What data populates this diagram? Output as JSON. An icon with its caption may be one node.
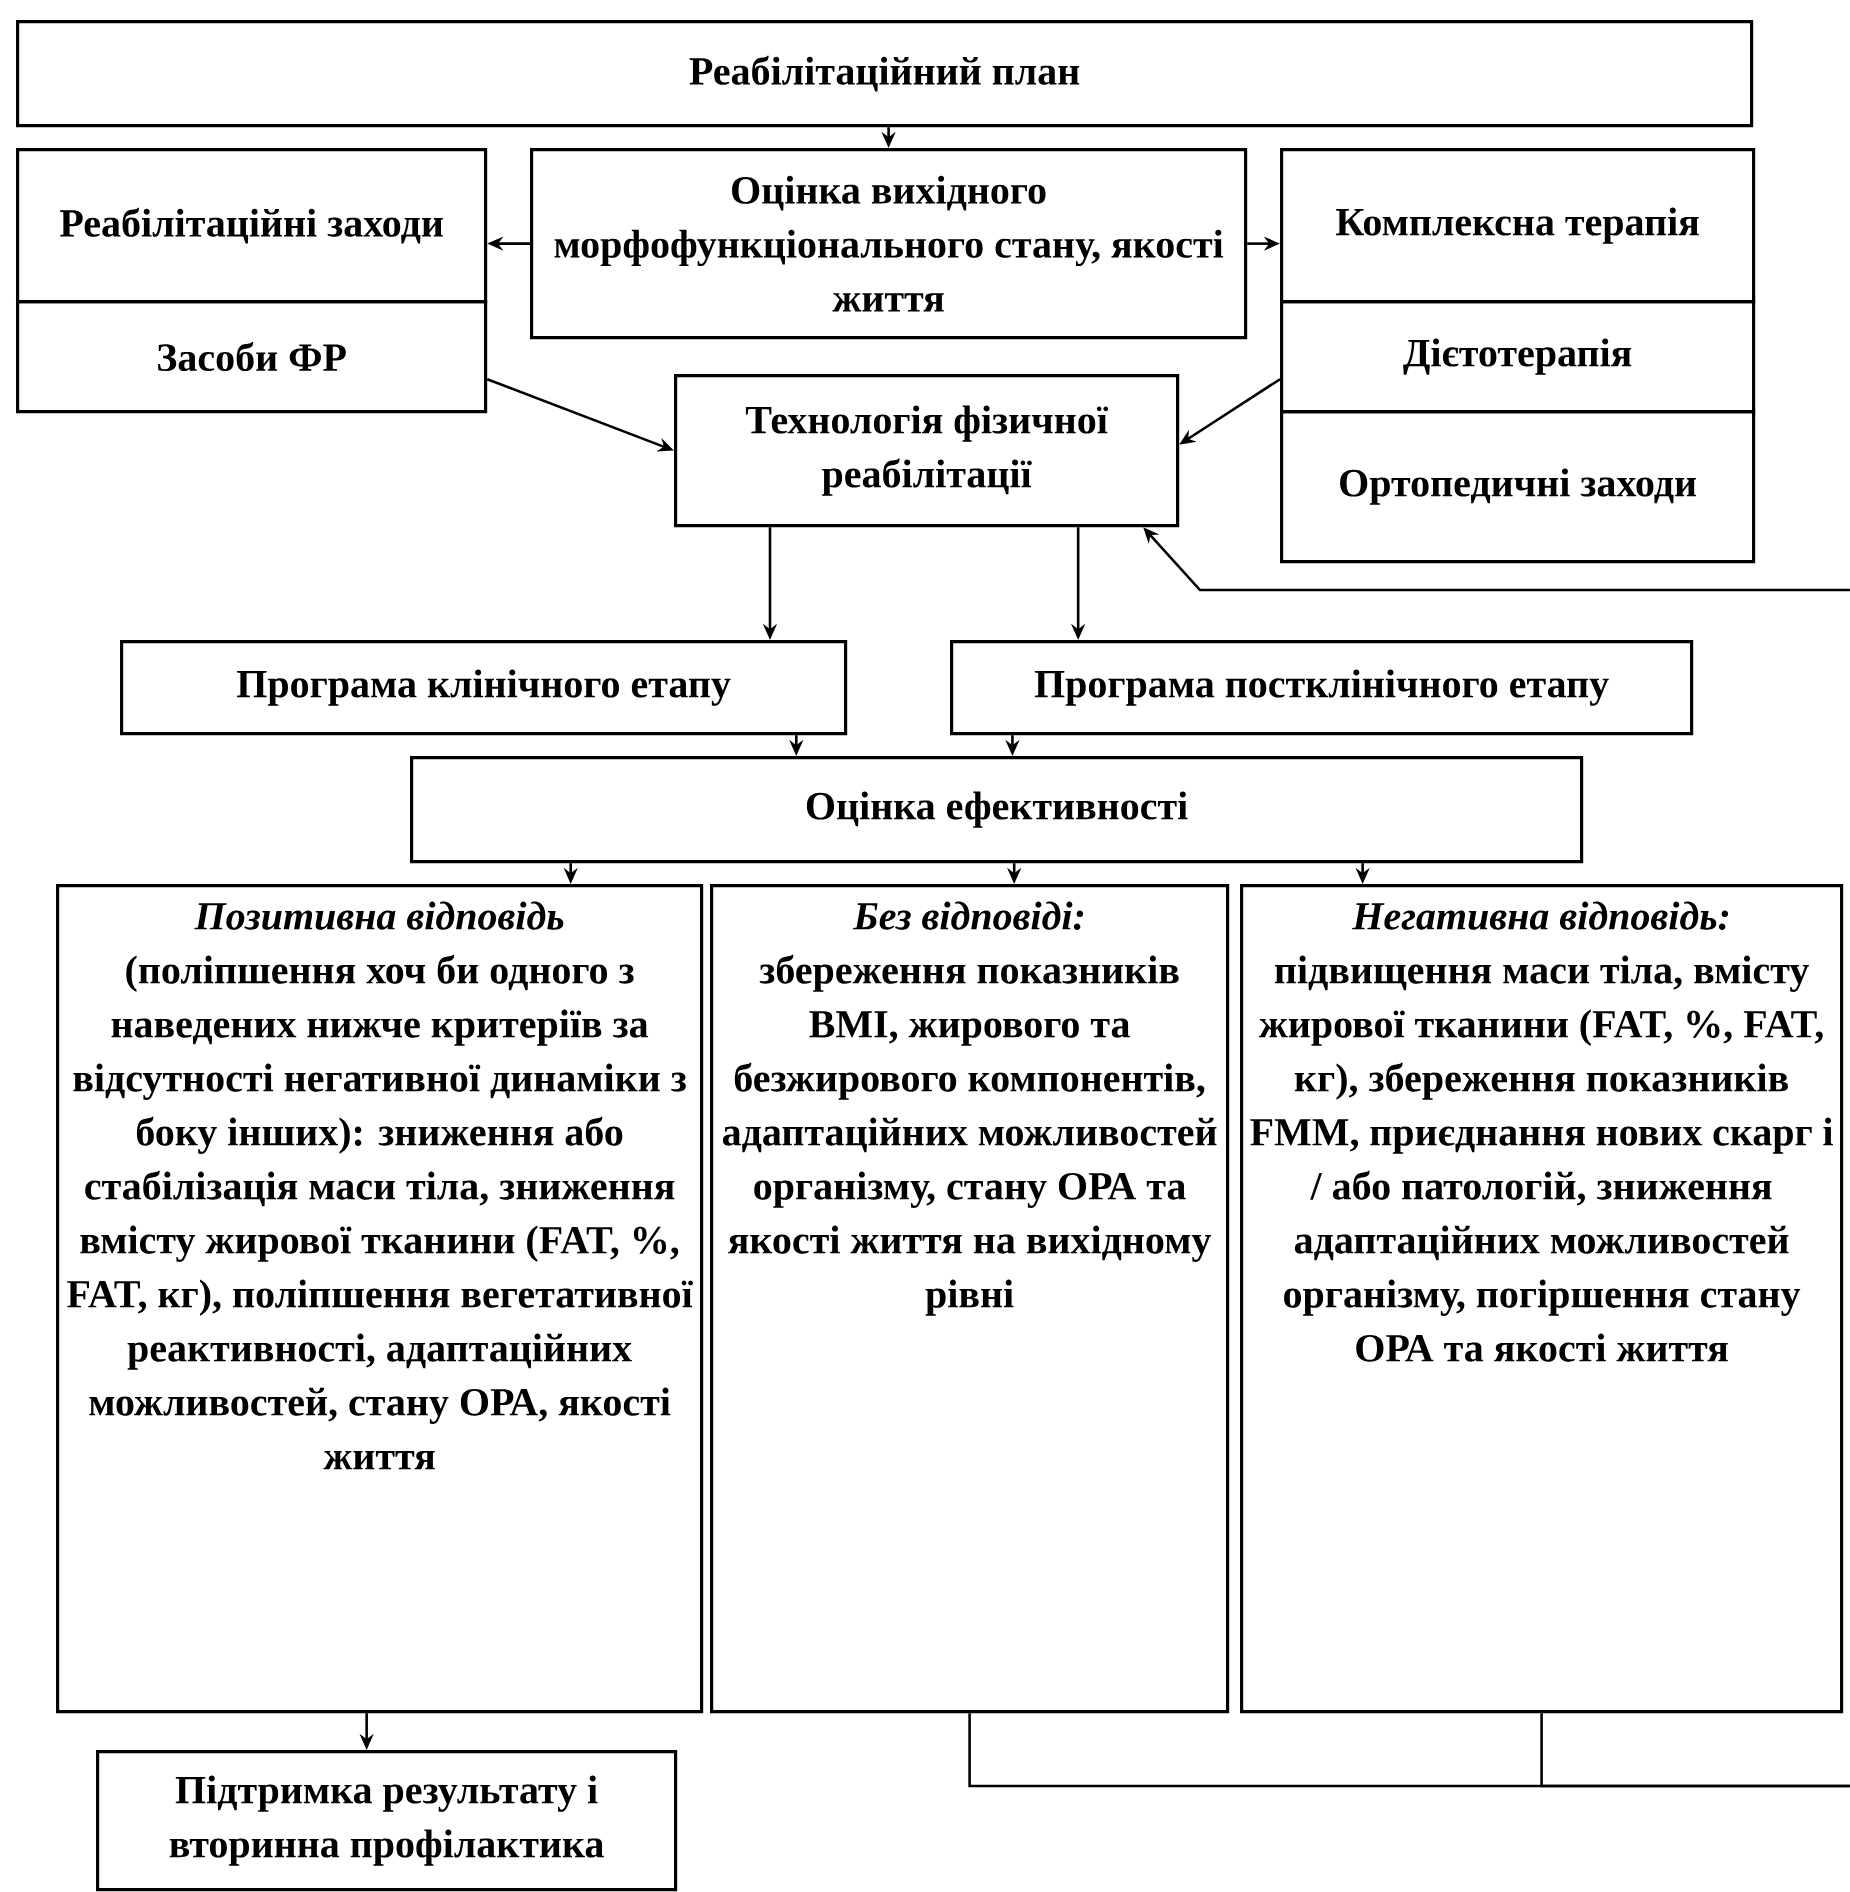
{
  "diagram": {
    "nodes": [
      {
        "text": [
          "Реабілітаційний план"
        ]
      },
      {
        "text": [
          "Реабілітаційні заходи"
        ]
      },
      {
        "text": [
          "Засоби ФР"
        ]
      },
      {
        "text": [
          "Оцінка вихідного морфофункціонального стану, якості життя"
        ]
      },
      {
        "text": [
          "Комплексна терапія"
        ]
      },
      {
        "text": [
          "Дієтотерапія"
        ]
      },
      {
        "text": [
          "Ортопедичні заходи"
        ]
      },
      {
        "text": [
          "Технологія фізичної реабілітації"
        ]
      },
      {
        "text": [
          "Програма клінічного етапу"
        ]
      },
      {
        "text": [
          "Програма постклінічного етапу"
        ]
      },
      {
        "text": [
          "Оцінка ефективності"
        ]
      },
      {
        "text": [
          "Позитивна відповідь",
          "(поліпшення хоч би одного з наведених нижче критеріїв за відсутності негативної динаміки з боку інших): зниження або стабілізація маси тіла, зниження вмісту жирової тканини (FAT, %, FAT, кг), поліпшення вегетативної реактивності, адаптаційних можливостей, стану ОРА, якості життя"
        ]
      },
      {
        "text": [
          "Без відповіді:",
          "збереження показників BMI, жирового та безжирового компонентів, адаптаційних можливостей організму, стану ОРА та якості життя на вихідному рівні"
        ]
      },
      {
        "text": [
          "Негативна відповідь:",
          "підвищення маси тіла, вмісту жирової тканини (FAT, %, FAT, кг), збереження показників FMM, приєднання нових скарг і / або патологій, зниження адаптаційних можливостей організму, погіршення стану ОРА та якості життя"
        ]
      },
      {
        "text": [
          "Підтримка результату і вторинна профілактика"
        ]
      }
    ],
    "edges": [
      {
        "from": 0,
        "to": 3,
        "arrow": "to"
      },
      {
        "from": 3,
        "to": 1,
        "arrow": "to"
      },
      {
        "from": 3,
        "to": 4,
        "arrow": "to"
      },
      {
        "from": 2,
        "to": 7,
        "arrow": "to"
      },
      {
        "from": 5,
        "to": 7,
        "arrow": "to"
      },
      {
        "from": null,
        "to": 7,
        "arrow": "to"
      },
      {
        "from": 7,
        "to": 8,
        "arrow": "to"
      },
      {
        "from": 7,
        "to": 9,
        "arrow": "to"
      },
      {
        "from": 8,
        "to": 10,
        "arrow": "to"
      },
      {
        "from": 9,
        "to": 10,
        "arrow": "to"
      },
      {
        "from": 10,
        "to": 11,
        "arrow": "to"
      },
      {
        "from": 10,
        "to": 12,
        "arrow": "to"
      },
      {
        "from": 10,
        "to": 13,
        "arrow": "to"
      },
      {
        "from": 11,
        "to": 14,
        "arrow": "to"
      },
      {
        "from": 12,
        "to": null,
        "arrow": "none"
      },
      {
        "from": 13,
        "to": null,
        "arrow": "none"
      }
    ]
  }
}
